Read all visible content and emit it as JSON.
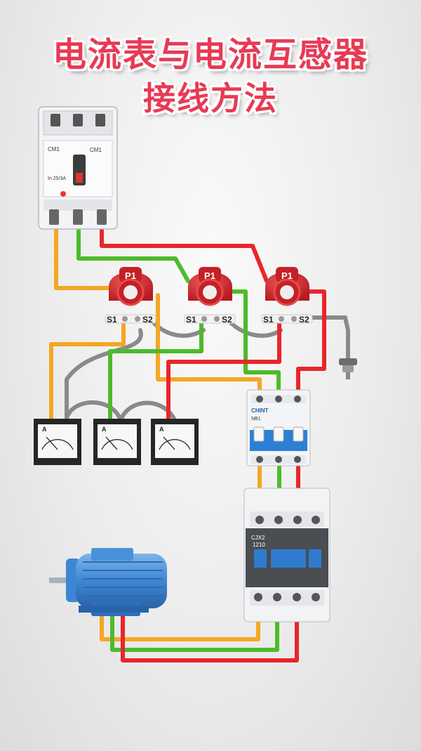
{
  "title": {
    "line1": "电流表与电流互感器",
    "line2": "接线方法"
  },
  "breaker": {
    "brand": "CM1",
    "model": "CM1",
    "rating": "In 25/3A"
  },
  "ct_label": "P1",
  "ct_terminal_s1": "S1",
  "ct_terminal_s2": "S2",
  "ammeter_unit": "A",
  "mcb_brand": "CHINT",
  "mcb_model": "NB1",
  "contactor_model": "CJX2",
  "contactor_rating": "1210",
  "wire_colors": {
    "phase_a": "#f5a623",
    "phase_b": "#4cbb2a",
    "phase_c": "#e8262b",
    "ground": "#8a8a8a"
  }
}
